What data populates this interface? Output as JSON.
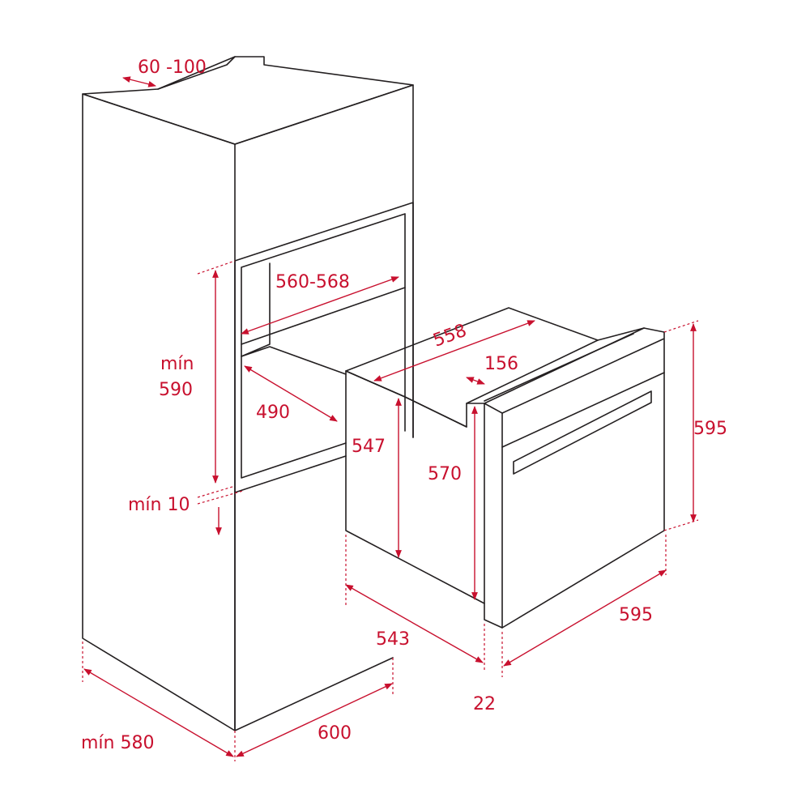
{
  "colors": {
    "outline": "#231f20",
    "dimension": "#c8102e",
    "background": "#ffffff"
  },
  "labels": {
    "niche_gap": "60 -100",
    "niche_width": "560-568",
    "min_label": "mín",
    "niche_height_value": "590",
    "niche_depth": "490",
    "min_gap": "mín 10",
    "oven_depth_top": "558",
    "panel_offset": "156",
    "oven_body_height": "547",
    "oven_panel_height": "570",
    "oven_height": "595",
    "oven_body_depth": "543",
    "oven_width": "595",
    "front_thickness": "22",
    "cabinet_width": "600",
    "cabinet_depth": "mín 580"
  }
}
